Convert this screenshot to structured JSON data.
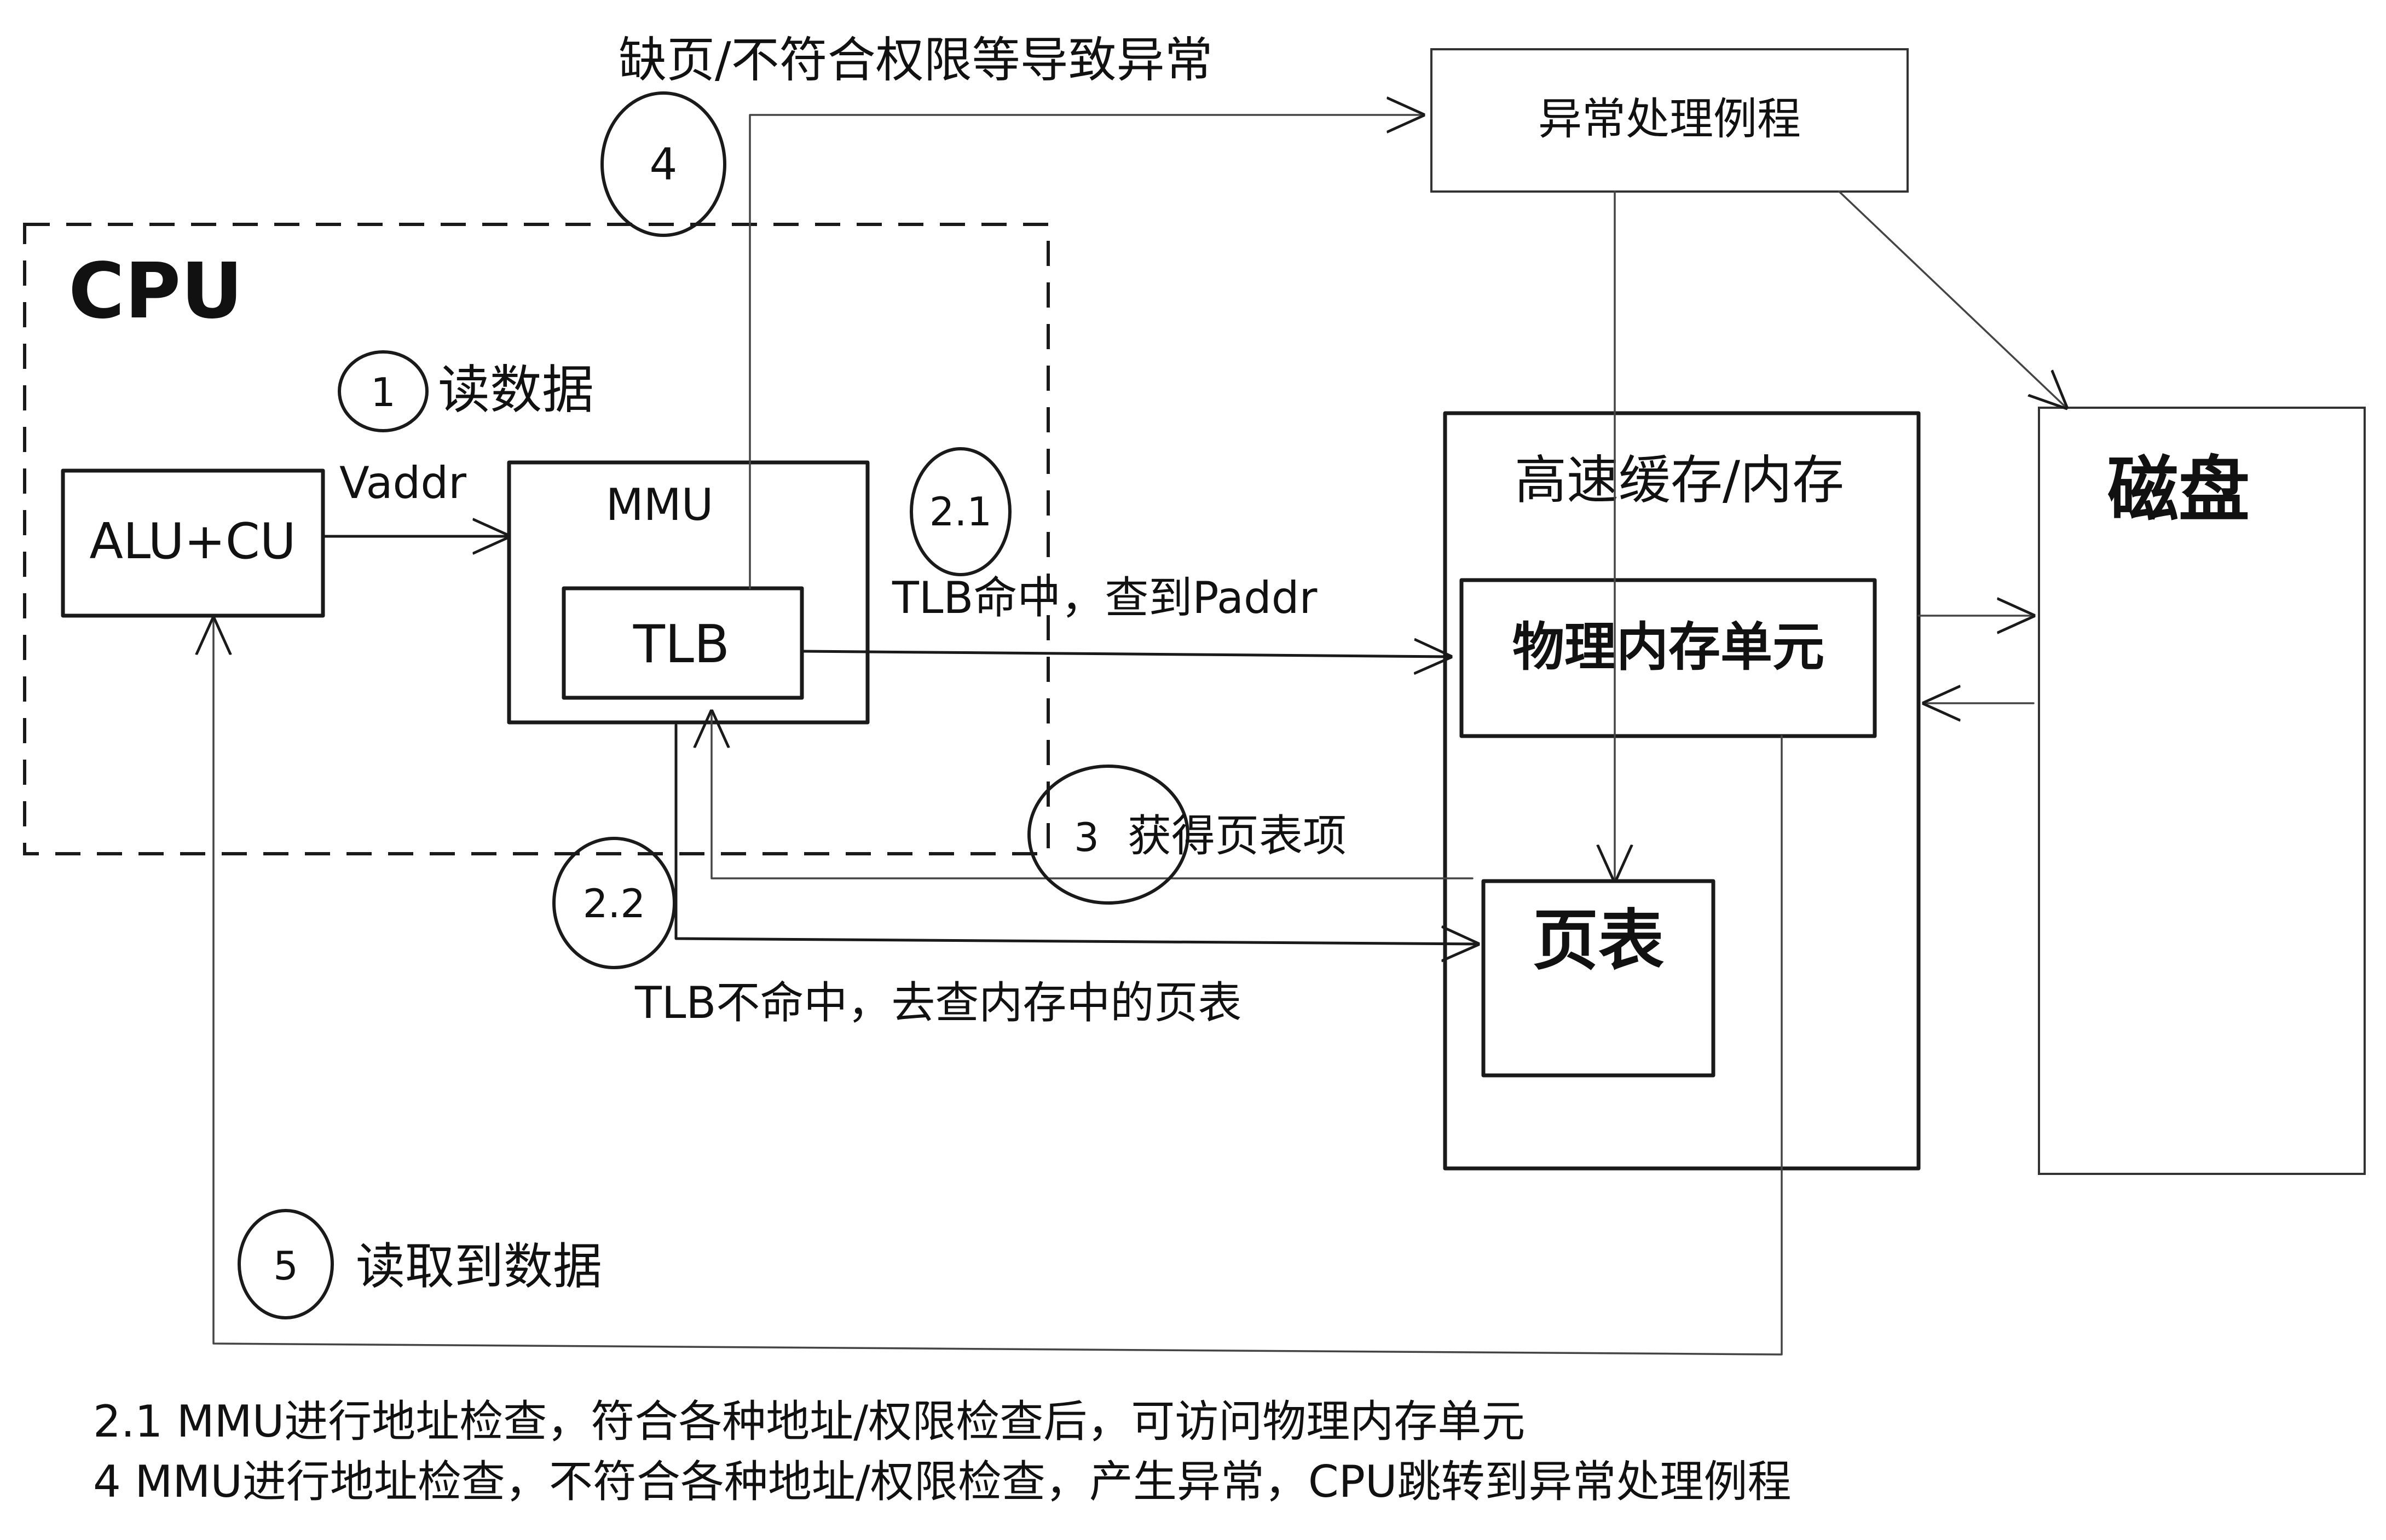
{
  "labels": {
    "cpu": "CPU",
    "alu_cu": "ALU+CU",
    "mmu": "MMU",
    "tlb": "TLB",
    "vaddr": "Vaddr",
    "cache_memory": "高速缓存/内存",
    "physical_unit": "物理内存单元",
    "page_table": "页表",
    "disk": "磁盘",
    "exception_handler": "异常处理例程"
  },
  "steps": {
    "s1": {
      "num": "1",
      "text": "读数据"
    },
    "s21": {
      "num": "2.1",
      "text": "TLB命中，查到Paddr"
    },
    "s22": {
      "num": "2.2",
      "text": "TLB不命中，去查内存中的页表"
    },
    "s3": {
      "num": "3",
      "text": "获得页表项"
    },
    "s4": {
      "num": "4",
      "text": "缺页/不符合权限等导致异常"
    },
    "s5": {
      "num": "5",
      "text": "读取到数据"
    }
  },
  "notes": {
    "n1": "2.1 MMU进行地址检查，符合各种地址/权限检查后，可访问物理内存单元",
    "n2": "4  MMU进行地址检查，不符合各种地址/权限检查，产生异常，CPU跳转到异常处理例程"
  }
}
